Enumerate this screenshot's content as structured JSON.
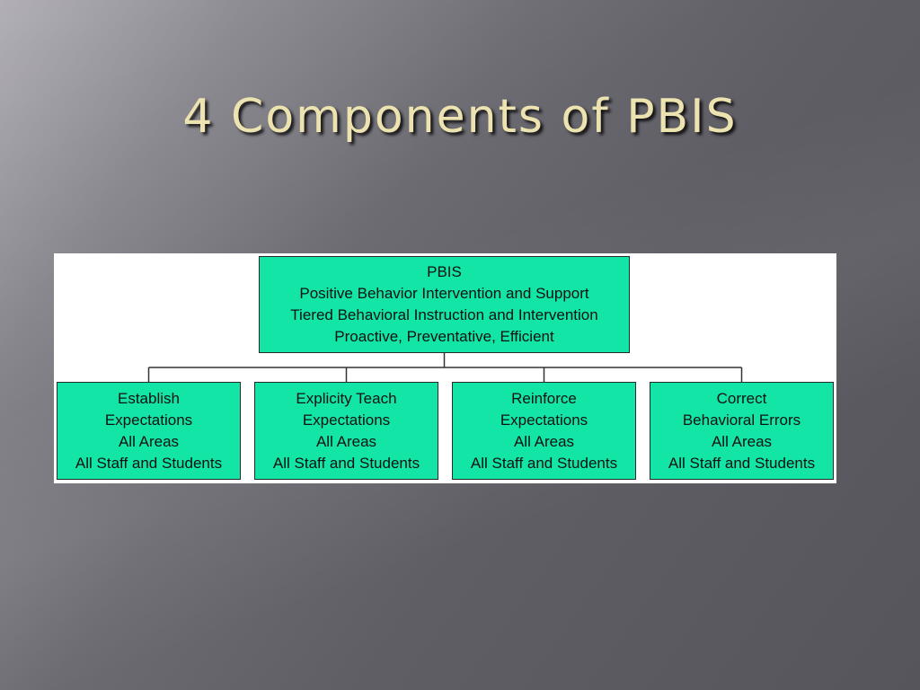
{
  "slide": {
    "title": "4 Components of PBIS"
  },
  "diagram": {
    "root": {
      "lines": [
        "PBIS",
        "Positive Behavior Intervention and Support",
        "Tiered Behavioral Instruction and Intervention",
        "Proactive, Preventative, Efficient"
      ]
    },
    "children": [
      {
        "lines": [
          "Establish",
          "Expectations",
          "All Areas",
          "All Staff and Students"
        ]
      },
      {
        "lines": [
          "Explicity Teach",
          "Expectations",
          "All Areas",
          "All Staff and Students"
        ]
      },
      {
        "lines": [
          "Reinforce",
          "Expectations",
          "All Areas",
          "All Staff and Students"
        ]
      },
      {
        "lines": [
          "Correct",
          "Behavioral Errors",
          "All Areas",
          "All Staff and Students"
        ]
      }
    ],
    "colors": {
      "node_fill": "#12e5a6",
      "node_border": "#2a2a2a",
      "connector": "#333333",
      "title_text": "#ede3b0"
    }
  }
}
